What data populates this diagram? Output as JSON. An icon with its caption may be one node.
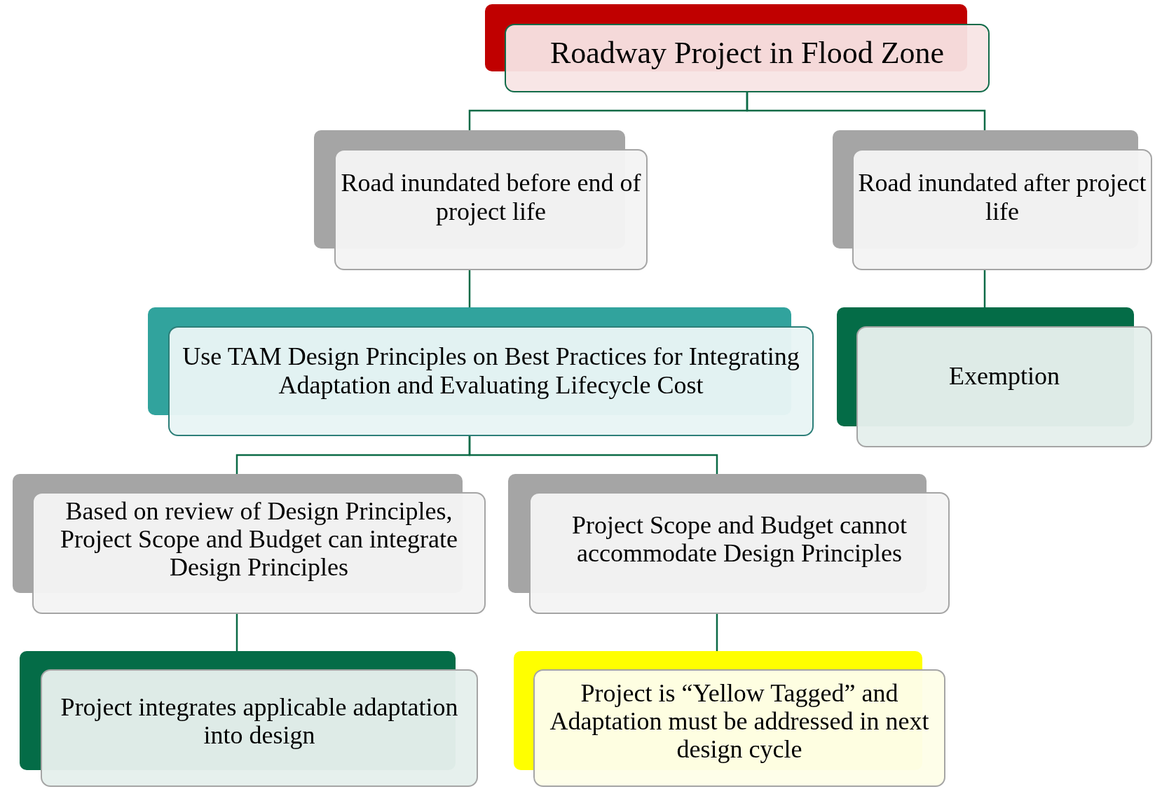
{
  "diagram": {
    "nodes": [
      {
        "text": [
          "Roadway Project in Flood Zone"
        ]
      },
      {
        "text": [
          "Road inundated before end of project life"
        ]
      },
      {
        "text": [
          "Road inundated after project life"
        ]
      },
      {
        "text": [
          "Use TAM Design Principles on Best Practices for Integrating Adaptation and Evaluating Lifecycle Cost"
        ]
      },
      {
        "text": [
          "Exemption"
        ]
      },
      {
        "text": [
          "Based on review of Design Principles, Project Scope and Budget can integrate Design Principles"
        ]
      },
      {
        "text": [
          "Project Scope and Budget cannot accommodate Design Principles"
        ]
      },
      {
        "text": [
          "Project integrates applicable adaptation into design"
        ]
      },
      {
        "text": [
          "Project is “Yellow Tagged” and Adaptation must be addressed in next design cycle"
        ]
      }
    ],
    "edges": [
      {
        "from": 0,
        "to": 1,
        "arrow": "none"
      },
      {
        "from": 0,
        "to": 2,
        "arrow": "none"
      },
      {
        "from": 1,
        "to": 3,
        "arrow": "none"
      },
      {
        "from": 2,
        "to": 4,
        "arrow": "none"
      },
      {
        "from": 3,
        "to": 5,
        "arrow": "none"
      },
      {
        "from": 3,
        "to": 6,
        "arrow": "none"
      },
      {
        "from": 5,
        "to": 7,
        "arrow": "none"
      },
      {
        "from": 6,
        "to": 8,
        "arrow": "none"
      }
    ]
  }
}
